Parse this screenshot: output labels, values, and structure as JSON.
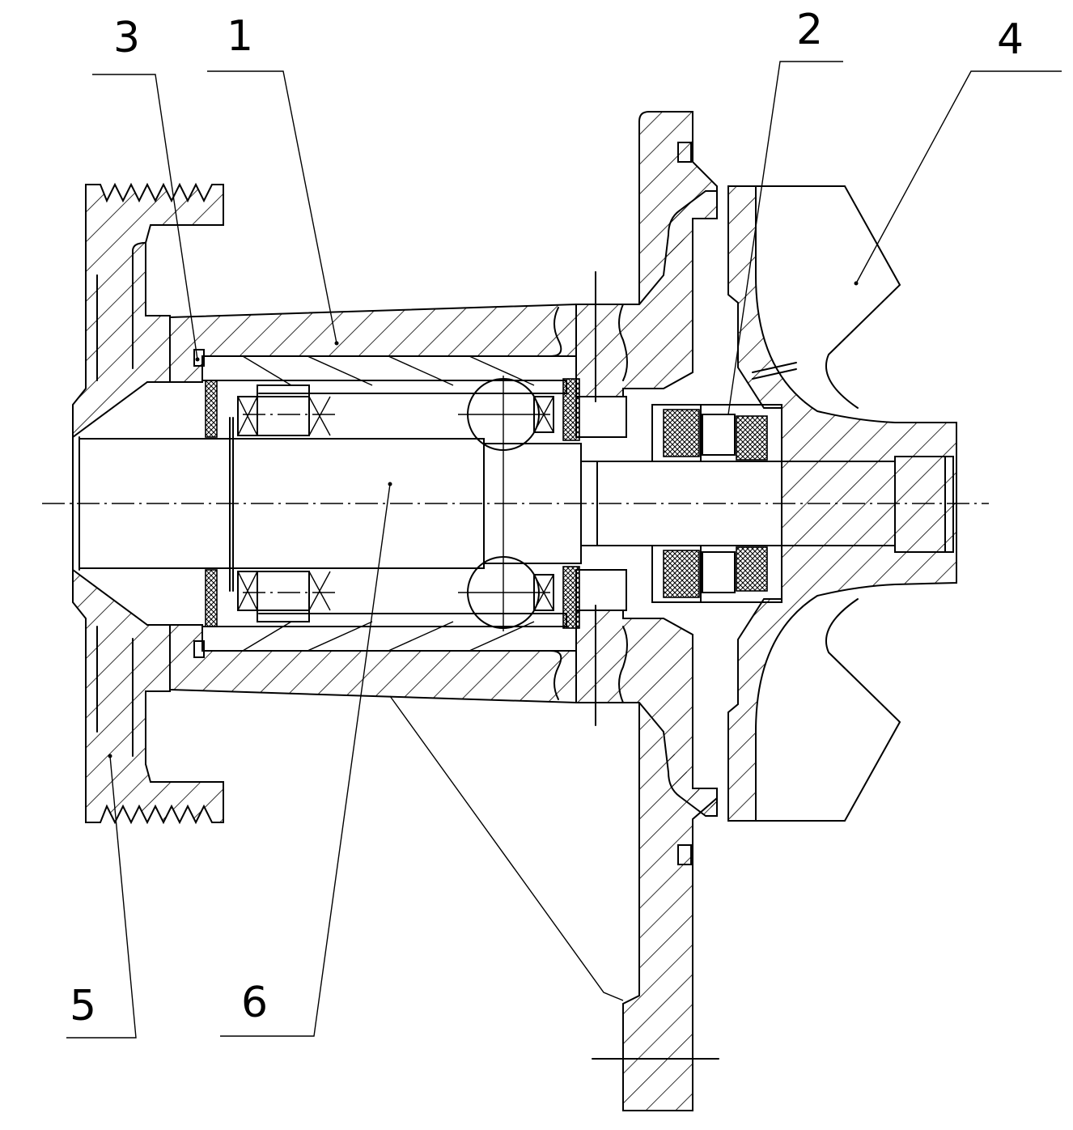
{
  "callouts": [
    {
      "id": "3",
      "label": "3"
    },
    {
      "id": "1",
      "label": "1"
    },
    {
      "id": "2",
      "label": "2"
    },
    {
      "id": "4",
      "label": "4"
    },
    {
      "id": "5",
      "label": "5"
    },
    {
      "id": "6",
      "label": "6"
    }
  ]
}
